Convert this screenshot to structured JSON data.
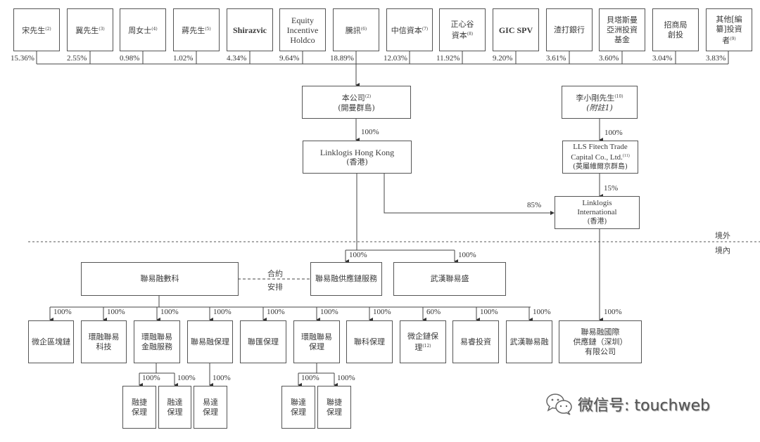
{
  "shareholders": [
    {
      "name": "宋先生",
      "note": "(2)",
      "pct": "15.36%"
    },
    {
      "name": "冀先生",
      "note": "(3)",
      "pct": "2.55%"
    },
    {
      "name": "周女士",
      "note": "(4)",
      "pct": "0.98%"
    },
    {
      "name": "蔣先生",
      "note": "(5)",
      "pct": "1.02%"
    },
    {
      "name": "Shirazvic",
      "note": "",
      "pct": "4.34%"
    },
    {
      "name": "Equity Incentive Holdco",
      "note": "",
      "pct": "9.64%"
    },
    {
      "name": "騰訊",
      "note": "(6)",
      "pct": "18.89%"
    },
    {
      "name": "中信資本",
      "note": "(7)",
      "pct": "12.03%"
    },
    {
      "name": "正心谷資本",
      "note": "(8)",
      "pct": "11.92%"
    },
    {
      "name": "GIC SPV",
      "note": "",
      "pct": "9.20%"
    },
    {
      "name": "渣打銀行",
      "note": "",
      "pct": "3.61%"
    },
    {
      "name": "貝塔斯曼亞洲投資基金",
      "note": "",
      "pct": "3.60%"
    },
    {
      "name": "招商局創投",
      "note": "",
      "pct": "3.04%"
    },
    {
      "name": "其他[編纂]投資者",
      "note": "(9)",
      "pct": "3.83%"
    }
  ],
  "company": {
    "line1": "本公司",
    "note": "(2)",
    "line2": "(開曼群島)"
  },
  "company_to_hk_pct": "100%",
  "hk": {
    "line1": "Linklogis Hong Kong",
    "line2": "(香港)"
  },
  "li": {
    "line1": "李小剛先生",
    "note": "(10)",
    "line2": "(附註1)"
  },
  "li_to_lls_pct": "100%",
  "lls": {
    "line1": "LLS Fitech Trade",
    "line2": "Capital Co., Ltd.",
    "note": "(11)",
    "line3": "(英屬維爾京群島)"
  },
  "lls_to_intl_pct": "15%",
  "hk_to_intl_pct": "85%",
  "intl": {
    "line1": "Linklogis",
    "line2": "International",
    "line3": "(香港)"
  },
  "region_offshore": "境外",
  "region_onshore": "境內",
  "scm": {
    "name": "聯易融供應鏈服務",
    "pct": "100%"
  },
  "whlys": {
    "name": "武漢聯易盛",
    "pct": "100%"
  },
  "shuke": {
    "name": "聯易融數科"
  },
  "contract": {
    "line1": "合約",
    "line2": "安排"
  },
  "subs": [
    {
      "name": "微企區塊鏈",
      "pct": "100%"
    },
    {
      "name": "環融聯易科技",
      "pct": "100%"
    },
    {
      "name": "環融聯易金融服務",
      "pct": "100%"
    },
    {
      "name": "聯易融保理",
      "pct": "100%"
    },
    {
      "name": "聯匯保理",
      "pct": "100%"
    },
    {
      "name": "環融聯易保理",
      "pct": "100%"
    },
    {
      "name": "聯科保理",
      "pct": "100%"
    },
    {
      "name": "微企鏈保理",
      "note": "(12)",
      "pct": "60%"
    },
    {
      "name": "易睿投資",
      "pct": "100%"
    },
    {
      "name": "武漢聯易融",
      "pct": "100%"
    }
  ],
  "intl_sz": {
    "line1": "聯易融國際",
    "line2": "供應鏈（深圳）",
    "line3": "有限公司",
    "pct": "100%"
  },
  "leaves": [
    {
      "name": "融捷保理",
      "pct": "100%"
    },
    {
      "name": "融達保理",
      "pct": "100%"
    },
    {
      "name": "易達保理",
      "pct": "100%"
    },
    {
      "name": "聯達保理",
      "pct": "100%"
    },
    {
      "name": "聯捷保理",
      "pct": "100%"
    }
  ],
  "watermark": "微信号: touchweb"
}
